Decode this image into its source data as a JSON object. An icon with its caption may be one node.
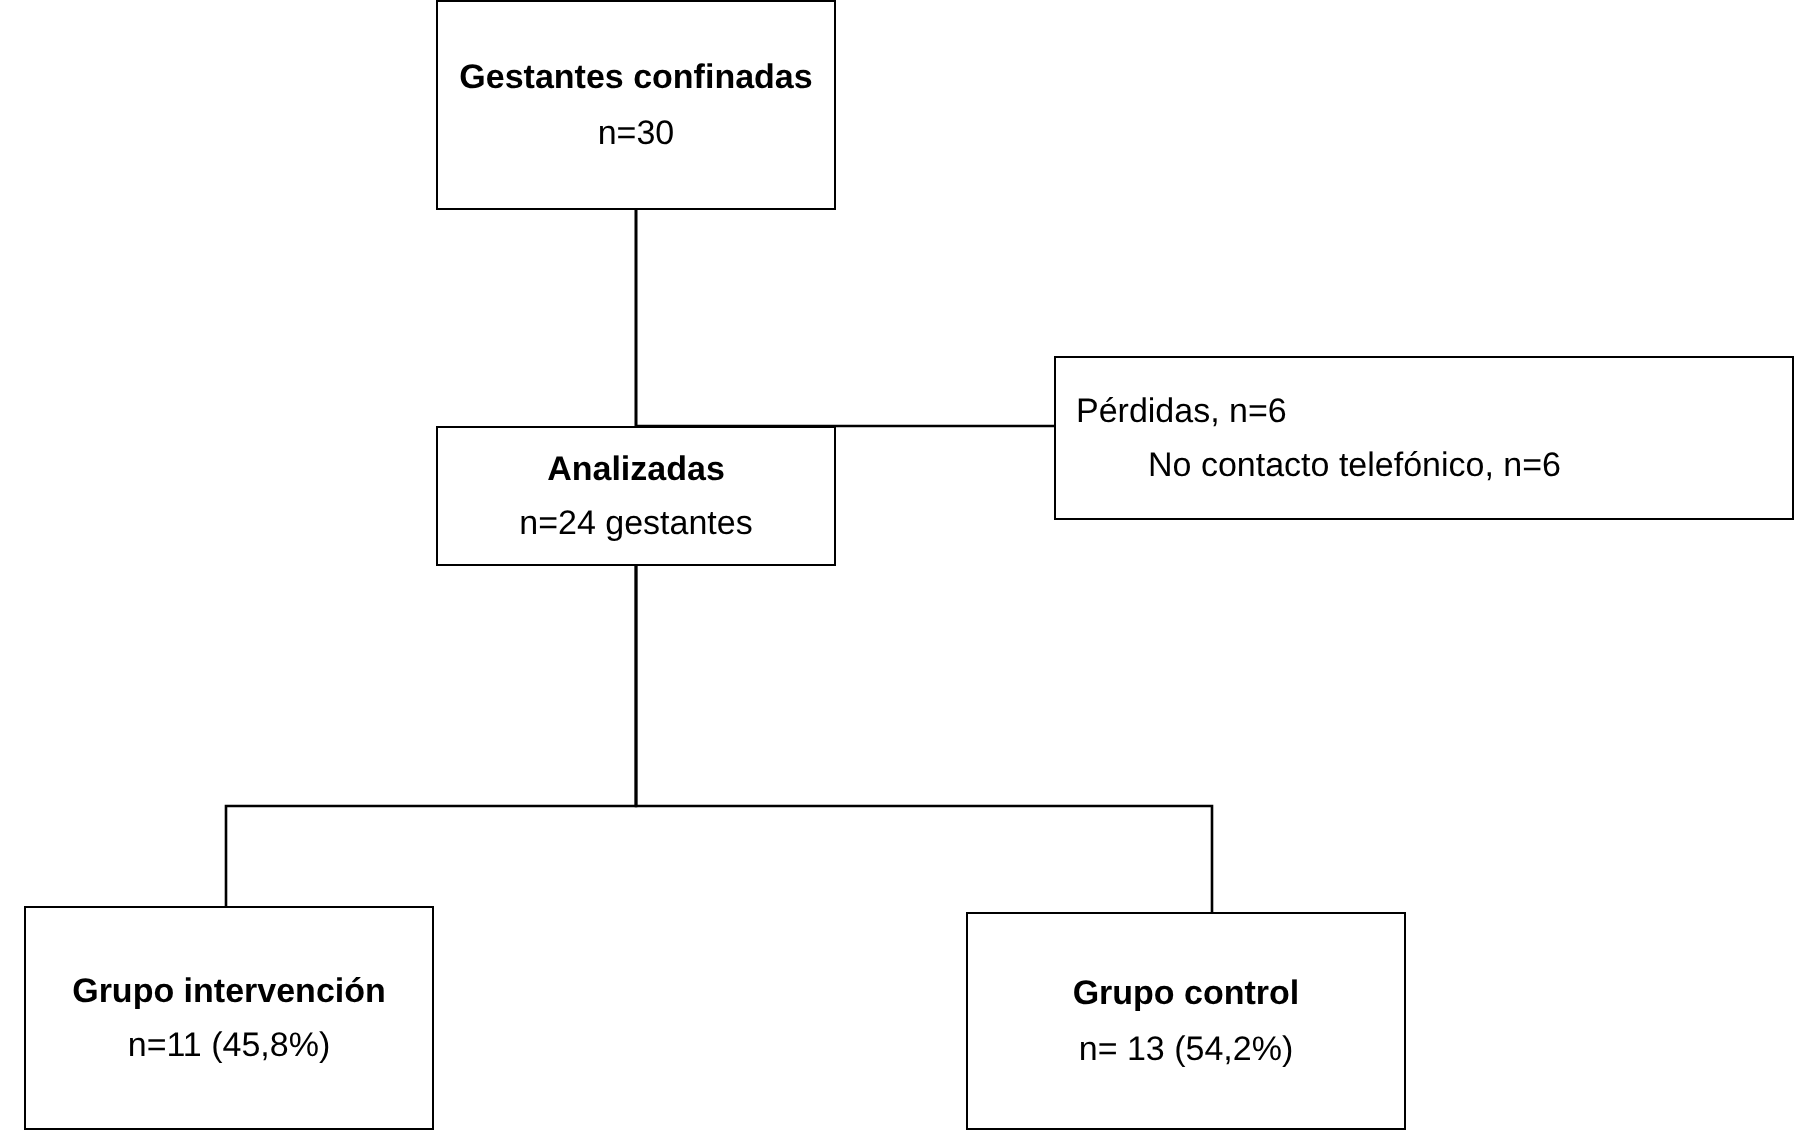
{
  "diagram": {
    "nodes": [
      {
        "text": [
          "Gestantes confinadas",
          "n=30"
        ]
      },
      {
        "text": [
          "Pérdidas, n=6",
          "No contacto telefónico, n=6"
        ]
      },
      {
        "text": [
          "Analizadas",
          "n=24 gestantes"
        ]
      },
      {
        "text": [
          "Grupo intervención",
          "n=11 (45,8%)"
        ]
      },
      {
        "text": [
          "Grupo control",
          "n= 13 (54,2%)"
        ]
      }
    ],
    "edges": [
      {
        "from": 0,
        "to": 2,
        "arrow": "none"
      },
      {
        "from": 0,
        "to": 1,
        "arrow": "none"
      },
      {
        "from": 2,
        "to": 3,
        "arrow": "none"
      },
      {
        "from": 2,
        "to": 4,
        "arrow": "none"
      }
    ]
  }
}
